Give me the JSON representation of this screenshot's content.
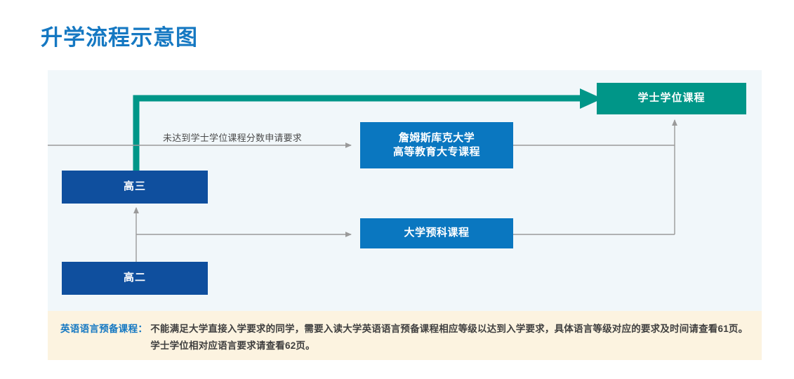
{
  "page": {
    "title": "升学流程示意图"
  },
  "diagram": {
    "nodes": [
      {
        "id": "senior3",
        "label": "高三",
        "style": "navy"
      },
      {
        "id": "senior2",
        "label": "高二",
        "style": "navy"
      },
      {
        "id": "diploma",
        "line1": "詹姆斯库克大学",
        "line2": "高等教育大专课程",
        "style": "blue"
      },
      {
        "id": "foundation",
        "label": "大学预科课程",
        "style": "blue"
      },
      {
        "id": "degree",
        "label": "学士学位课程",
        "style": "teal"
      }
    ],
    "edge_labels": {
      "senior3_to_diploma": "未达到学士学位课程分数申请要求"
    },
    "colors": {
      "panel_background": "#f1f7fa",
      "navy": "#0f4f9e",
      "blue": "#0a77c0",
      "teal": "#009688",
      "connector_gray": "#9a9a9a",
      "title_blue": "#1578c2",
      "footer_background": "#fcf3e0"
    }
  },
  "footer": {
    "label": "英语语言预备课程：",
    "text": "不能满足大学直接入学要求的同学，需要入读大学英语语言预备课程相应等级以达到入学要求，具体语言等级对应的要求及时间请查看61页。学士学位相对应语言要求请查看62页。"
  }
}
